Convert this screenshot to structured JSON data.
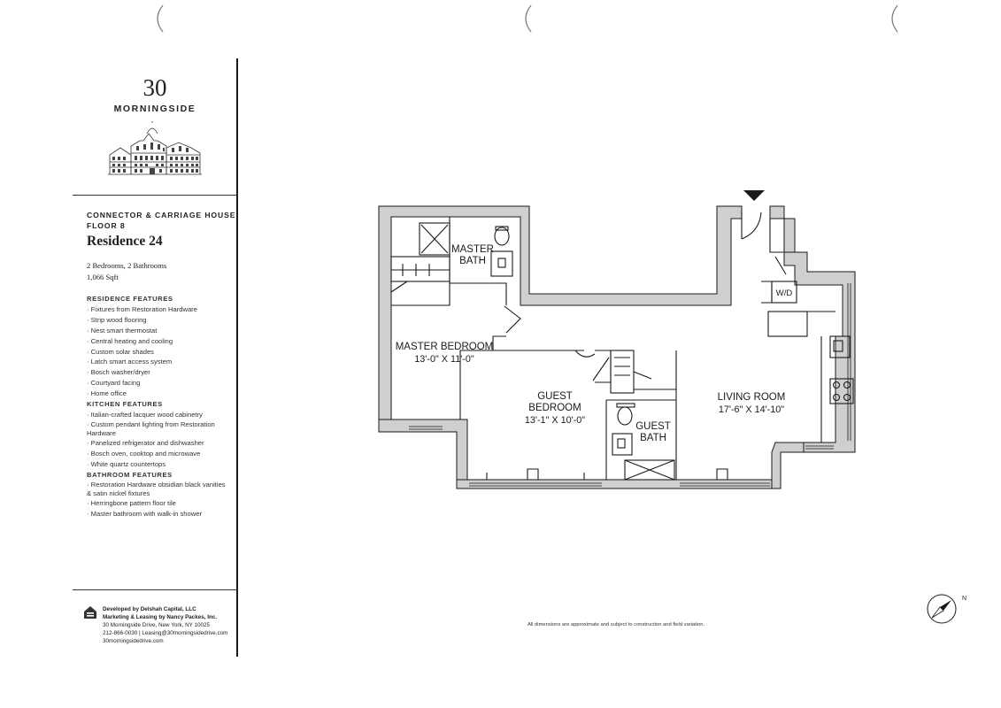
{
  "brand": {
    "number": "30",
    "name": "MORNINGSIDE"
  },
  "building": {
    "line1": "CONNECTOR & CARRIAGE HOUSE",
    "line2": "FLOOR 8"
  },
  "residence": {
    "title": "Residence 24",
    "rooms": "2 Bedrooms, 2 Bathrooms",
    "size": "1,066 Sqft"
  },
  "residence_features": {
    "heading": "RESIDENCE FEATURES",
    "items": [
      "Fixtures from Restoration Hardware",
      "Strip wood flooring",
      "Nest smart thermostat",
      "Central heating and cooling",
      "Custom solar shades",
      "Latch smart access system",
      "Bosch washer/dryer",
      "Courtyard facing",
      "Home office"
    ]
  },
  "kitchen_features": {
    "heading": "KITCHEN FEATURES",
    "items": [
      "Italian-crafted lacquer wood cabinetry",
      "Custom pendant lighting from Restoration Hardware",
      "Panelized refrigerator and dishwasher",
      "Bosch oven, cooktop and microwave",
      "White quartz countertops"
    ]
  },
  "bathroom_features": {
    "heading": "BATHROOM FEATURES",
    "items": [
      "Restoration Hardware obsidian black vanities & satin nickel fixtures",
      "Herringbone pattern floor tile",
      "Master bathroom with walk-in shower"
    ]
  },
  "footer": {
    "developer": "Developed by Delshah Capital, LLC",
    "marketing": "Marketing & Leasing by Nancy Packes, Inc.",
    "address": "30 Morningside Drive, New York, NY 10025",
    "contact": "212-866-0030  |  Leasing@30morningsidedrive.com",
    "website": "30morningsidedrive.com"
  },
  "floorplan": {
    "master_bath": {
      "line1": "MASTER",
      "line2": "BATH"
    },
    "master_bedroom": {
      "name": "MASTER BEDROOM",
      "dims": "13'-0\" X 11'-0\""
    },
    "guest_bedroom": {
      "line1": "GUEST",
      "line2": "BEDROOM",
      "dims": "13'-1\" X 10'-0\""
    },
    "guest_bath": {
      "line1": "GUEST",
      "line2": "BATH"
    },
    "living_room": {
      "name": "LIVING ROOM",
      "dims": "17'-6\" X 14'-10\""
    },
    "wd_label": "W/D",
    "compass_label": "N",
    "wall_color": "#cfcfcf",
    "line_color": "#1a1a1a"
  },
  "disclaimer": "All dimensions are approximate and subject to construction and field variation."
}
